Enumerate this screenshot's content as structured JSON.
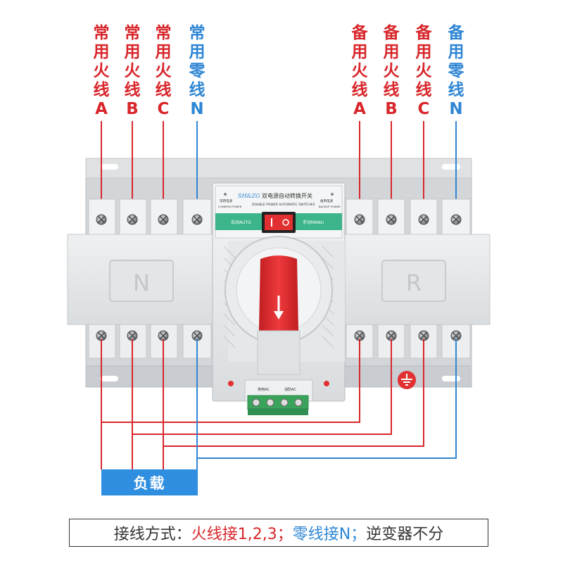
{
  "labels": {
    "common": [
      {
        "chars": [
          "常",
          "用",
          "火",
          "线",
          "A"
        ],
        "color": "#d8262b"
      },
      {
        "chars": [
          "常",
          "用",
          "火",
          "线",
          "B"
        ],
        "color": "#d8262b"
      },
      {
        "chars": [
          "常",
          "用",
          "火",
          "线",
          "C"
        ],
        "color": "#d8262b"
      },
      {
        "chars": [
          "常",
          "用",
          "零",
          "线",
          "N"
        ],
        "color": "#2f86d4"
      }
    ],
    "backup": [
      {
        "chars": [
          "备",
          "用",
          "火",
          "线",
          "A"
        ],
        "color": "#d8262b"
      },
      {
        "chars": [
          "备",
          "用",
          "火",
          "线",
          "B"
        ],
        "color": "#d8262b"
      },
      {
        "chars": [
          "备",
          "用",
          "火",
          "线",
          "C"
        ],
        "color": "#d8262b"
      },
      {
        "chars": [
          "备",
          "用",
          "零",
          "线",
          "N"
        ],
        "color": "#2f86d4"
      }
    ]
  },
  "device": {
    "brand": "SH&ZG",
    "title_cn": "双电源自动转换开关",
    "title_en": "DOUBLE POWER AUTOMATIC SWITCHES",
    "common_power_cn": "常用电源",
    "common_power_en": "COMMON POWER",
    "backup_power_cn": "备用电源",
    "backup_power_en": "BACKUP POWER",
    "auto_label": "自动AUTO",
    "manual_label": "手动MANU",
    "left_module_letter": "N",
    "right_module_letter": "R",
    "terminal_labels": [
      "常用AC",
      "消防AC"
    ]
  },
  "load": "负载",
  "note": {
    "prefix": "接线方式：",
    "fire": "火线接1,2,3；",
    "neutral": "零线接N；",
    "suffix": "逆变器不分"
  },
  "colors": {
    "live": "#d8262b",
    "neutral": "#2f86d4",
    "load_box": "#2f8ee0"
  }
}
